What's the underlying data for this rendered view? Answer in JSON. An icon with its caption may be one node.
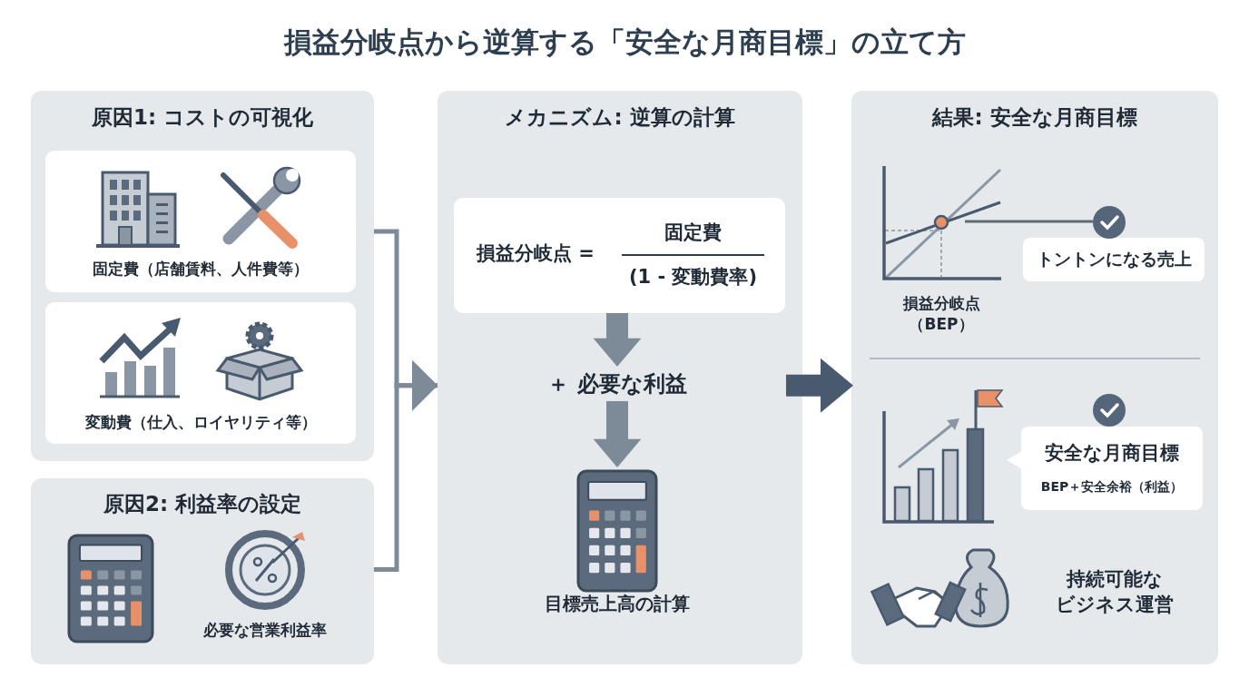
{
  "diagram": {
    "title": "損益分岐点から逆算する「安全な月商目標」の立て方",
    "nodes": [
      {
        "text": [
          "原因1: コストの可視化"
        ]
      },
      {
        "text": [
          "固定費（店舗賃料、人件費等）"
        ],
        "in": 0
      },
      {
        "text": [
          "変動費（仕入、ロイヤリティ等）"
        ],
        "in": 0
      },
      {
        "text": [
          "原因2: 利益率の設定",
          "必要な営業利益率"
        ]
      },
      {
        "text": [
          "メカニズム: 逆算の計算"
        ]
      },
      {
        "text": [
          "損益分岐点 =",
          "固定費",
          "(1 - 変動費率)"
        ],
        "in": 4
      },
      {
        "text": [
          "＋ 必要な利益"
        ],
        "in": 4
      },
      {
        "text": [
          "目標売上高の計算"
        ],
        "in": 4
      },
      {
        "text": [
          "結果: 安全な月商目標"
        ]
      },
      {
        "text": [
          "トントンになる売上"
        ],
        "in": 8
      },
      {
        "text": [
          "安全な月商目標",
          "BEP＋安全余裕（利益）"
        ],
        "in": 8
      }
    ],
    "edges": [
      {
        "from": 0,
        "to": 4,
        "arrow": "to"
      },
      {
        "from": 3,
        "to": 4,
        "arrow": "to"
      },
      {
        "from": 5,
        "to": 6,
        "arrow": "to",
        "style": "thick"
      },
      {
        "from": 6,
        "to": 7,
        "arrow": "to",
        "style": "thick"
      },
      {
        "from": 4,
        "to": 8,
        "arrow": "to",
        "style": "thick",
        "color": "#4a5a6e"
      },
      {
        "from": 9,
        "to": null,
        "arrow": "none",
        "color": "#5c6a7a"
      }
    ],
    "labels": [
      "損益分岐点（BEP）",
      "持続可能なビジネス運営"
    ]
  }
}
